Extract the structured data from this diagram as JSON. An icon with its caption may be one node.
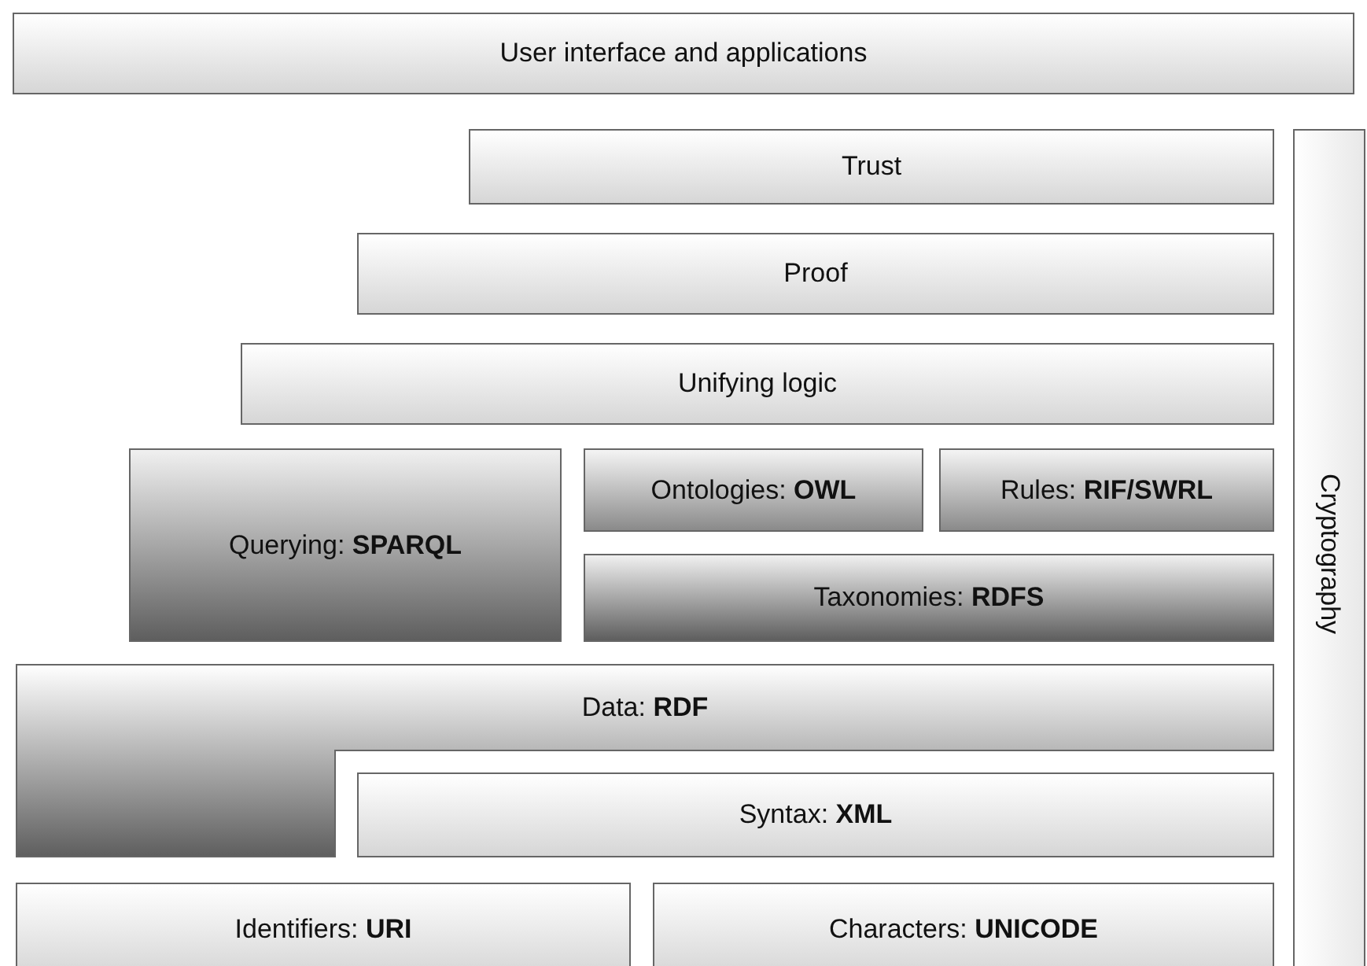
{
  "diagram": {
    "nodes": [
      {
        "text": [
          "User interface and applications"
        ]
      },
      {
        "text": [
          "Trust"
        ]
      },
      {
        "text": [
          "Proof"
        ]
      },
      {
        "text": [
          "Unifying logic"
        ]
      },
      {
        "text": [
          "Querying: **SPARQL**"
        ]
      },
      {
        "text": [
          "Ontologies: **OWL**"
        ]
      },
      {
        "text": [
          "Rules: **RIF/SWRL**"
        ]
      },
      {
        "text": [
          "Taxonomies: **RDFS**"
        ]
      },
      {
        "text": [
          "Data: **RDF**"
        ]
      },
      {
        "text": [
          "Syntax: **XML**"
        ]
      },
      {
        "text": [
          "Identifiers: **URI**"
        ]
      },
      {
        "text": [
          "Characters: **UNICODE**"
        ]
      },
      {
        "text": [
          "Cryptography"
        ]
      }
    ]
  }
}
